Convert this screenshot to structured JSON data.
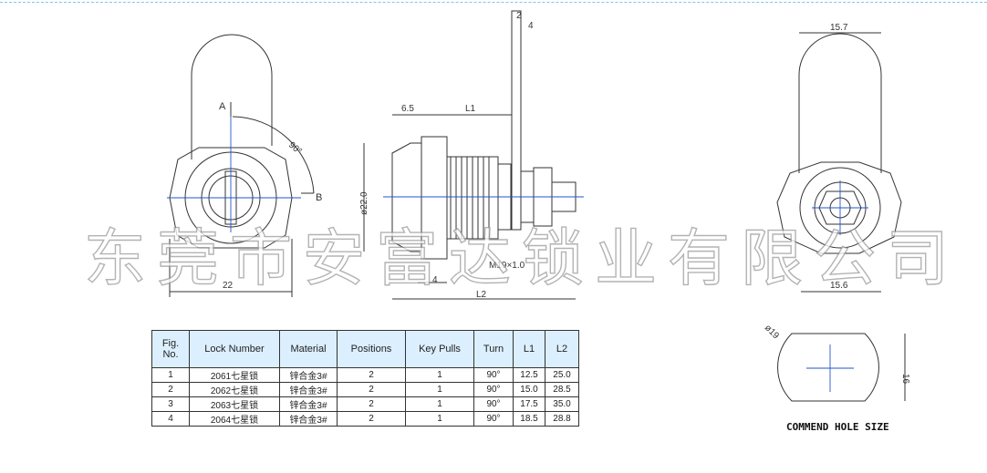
{
  "watermark": "东莞市安富达锁业有限公司",
  "views": {
    "front": {
      "arrow_a": "A",
      "arrow_b": "B",
      "angle": "90°",
      "width": "22"
    },
    "side": {
      "d6_5": "6.5",
      "dL1": "L1",
      "dL2": "L2",
      "d4": "4",
      "d2": "2",
      "d4b": "4",
      "diameter": "ø22.0",
      "thread": "M19×1.0"
    },
    "rear": {
      "top": "15.7",
      "bottom": "15.6"
    },
    "hole": {
      "diameter": "ø19",
      "height": "16",
      "title": "COMMEND HOLE SIZE"
    }
  },
  "table": {
    "headers": [
      "Fig. No.",
      "Lock Number",
      "Material",
      "Positions",
      "Key Pulls",
      "Turn",
      "L1",
      "L2"
    ],
    "rows": [
      [
        "1",
        "2061七星锁",
        "锌合金3#",
        "2",
        "1",
        "90°",
        "12.5",
        "25.0"
      ],
      [
        "2",
        "2062七星锁",
        "锌合金3#",
        "2",
        "1",
        "90°",
        "15.0",
        "28.5"
      ],
      [
        "3",
        "2063七星锁",
        "锌合金3#",
        "2",
        "1",
        "90°",
        "17.5",
        "35.0"
      ],
      [
        "4",
        "2064七星锁",
        "锌合金3#",
        "2",
        "1",
        "90°",
        "18.5",
        "28.8"
      ]
    ]
  }
}
